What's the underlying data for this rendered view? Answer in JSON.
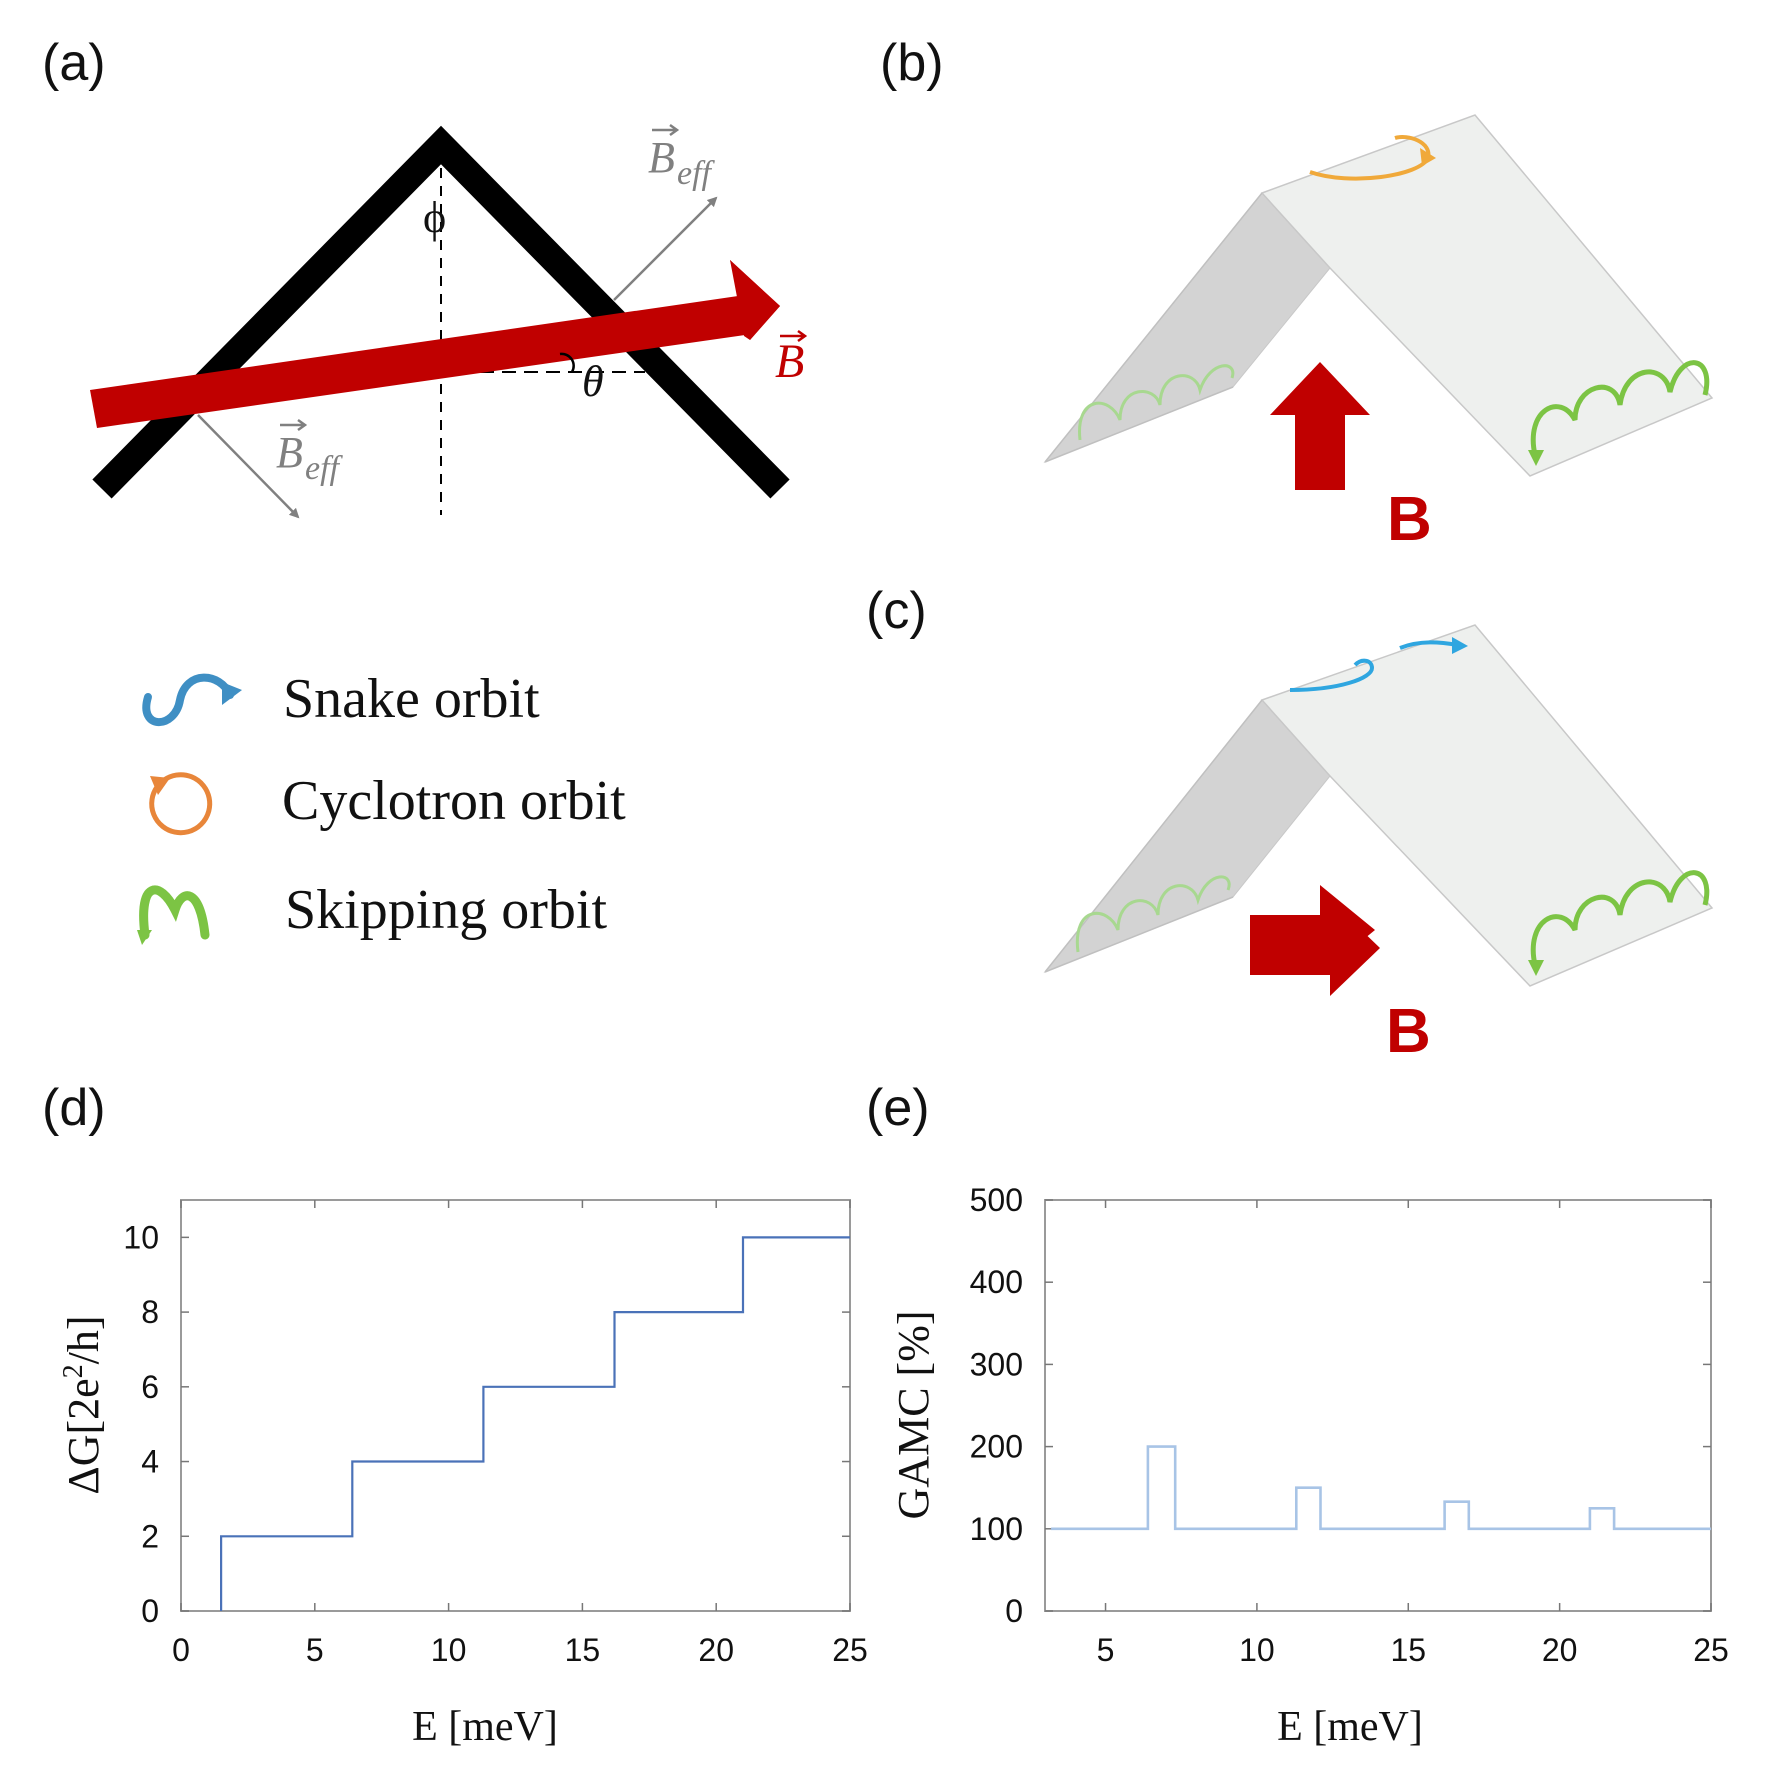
{
  "panels": {
    "a": "(a)",
    "b": "(b)",
    "c": "(c)",
    "d": "(d)",
    "e": "(e)"
  },
  "diagram_a": {
    "angle_phi": "ϕ",
    "angle_theta": "θ",
    "b_label": "B",
    "beff_label": "B",
    "beff_subscript": "eff",
    "colors": {
      "field": "#c00000",
      "wedge": "#000000",
      "beff": "#808080"
    }
  },
  "legend": {
    "items": [
      {
        "label": "Snake orbit",
        "icon": "snake-orbit-icon",
        "color": "#3f8fc4"
      },
      {
        "label": "Cyclotron orbit",
        "icon": "cyclotron-orbit-icon",
        "color": "#e8863a"
      },
      {
        "label": "Skipping orbit",
        "icon": "skipping-orbit-icon",
        "color": "#7cc444"
      }
    ]
  },
  "diagram_b": {
    "field_label": "B",
    "field_direction": "up"
  },
  "diagram_c": {
    "field_label": "B",
    "field_direction": "right"
  },
  "chart_data": [
    {
      "type": "line",
      "panel": "(d)",
      "xlabel": "E [meV]",
      "ylabel_main": "ΔG[2e",
      "ylabel_sup": "2",
      "ylabel_end": "/h]",
      "xlim": [
        0,
        25
      ],
      "ylim": [
        0,
        11
      ],
      "xticks": [
        0,
        5,
        10,
        15,
        20,
        25
      ],
      "yticks": [
        0,
        2,
        4,
        6,
        8,
        10
      ],
      "color": "#4a72b8",
      "x": [
        1.5,
        1.5,
        6.4,
        6.4,
        11.3,
        11.3,
        16.2,
        16.2,
        21.0,
        21.0,
        25.0
      ],
      "y": [
        0,
        2,
        2,
        4,
        4,
        6,
        6,
        8,
        8,
        10,
        10
      ]
    },
    {
      "type": "line",
      "panel": "(e)",
      "xlabel": "E [meV]",
      "ylabel": "GAMC [%]",
      "xlim": [
        3,
        25
      ],
      "ylim": [
        0,
        500
      ],
      "xticks": [
        5,
        10,
        15,
        20,
        25
      ],
      "yticks": [
        0,
        100,
        200,
        300,
        400,
        500
      ],
      "color": "#a8c4e6",
      "x": [
        3.2,
        6.4,
        6.4,
        7.3,
        7.3,
        11.3,
        11.3,
        12.1,
        12.1,
        16.2,
        16.2,
        17.0,
        17.0,
        21.0,
        21.0,
        21.8,
        21.8,
        25.0
      ],
      "y": [
        100,
        100,
        200,
        200,
        100,
        100,
        150,
        150,
        100,
        100,
        133,
        133,
        100,
        100,
        125,
        125,
        100,
        100
      ]
    }
  ]
}
